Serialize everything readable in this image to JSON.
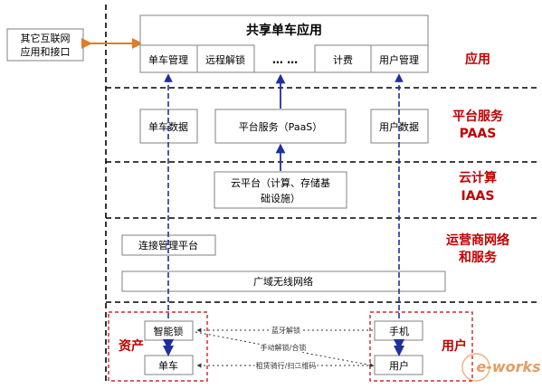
{
  "diagram": {
    "external": {
      "line1": "其它互联网",
      "line2": "应用和接口"
    },
    "app": {
      "title": "共享单车应用",
      "modules": [
        "单车管理",
        "远程解锁",
        "… …",
        "计费",
        "用户管理"
      ]
    },
    "layers": {
      "application": "应用",
      "platform_line1": "平台服务",
      "platform_line2": "PAAS",
      "cloud_line1": "云计算",
      "cloud_line2": "IAAS",
      "carrier_line1": "运营商网络",
      "carrier_line2": "和服务"
    },
    "platform": {
      "bike_data": "单车数据",
      "paas": "平台服务（PaaS）",
      "user_data": "用户数据"
    },
    "cloud": {
      "line1": "云平台（计算、存储基",
      "line2": "础设施）"
    },
    "network": {
      "conn_mgmt": "连接管理平台",
      "wireless": "广域无线网络"
    },
    "assets": {
      "title": "资产",
      "smart_lock": "智能锁",
      "bike": "单车"
    },
    "users": {
      "title": "用户",
      "phone": "手机",
      "user": "用户"
    },
    "links": {
      "bluetooth": "蓝牙解锁",
      "manual": "手动解锁/合锁",
      "rent": "租赁骑行/扫二维码"
    },
    "watermark": "e-works"
  },
  "colors": {
    "red": "#c00000",
    "blue": "#1f2fa0",
    "orange": "#e07b2a",
    "box_border": "#808080",
    "dash": "#000000"
  }
}
